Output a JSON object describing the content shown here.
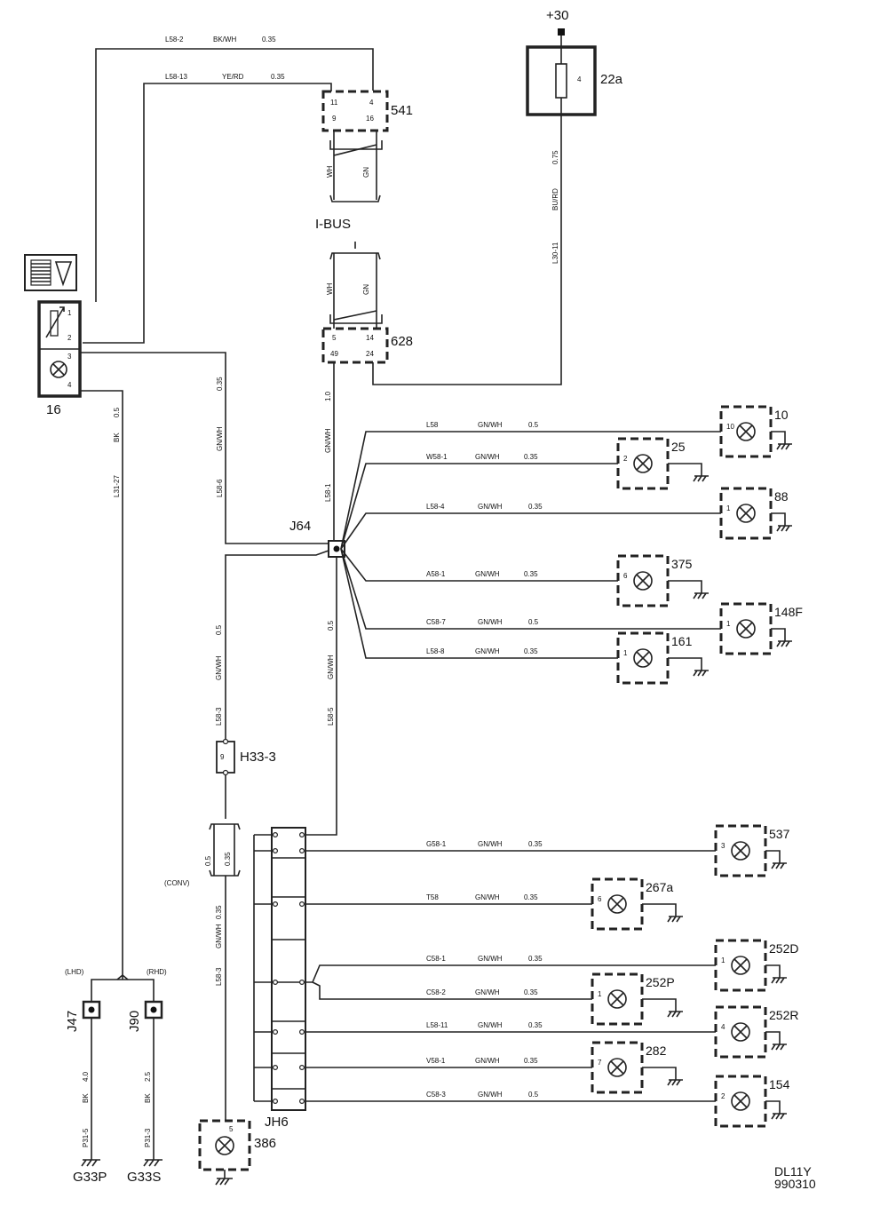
{
  "supply": "+30",
  "fuse": {
    "ref": "22a",
    "pin": "4"
  },
  "component_16": {
    "ref": "16",
    "pins": [
      "1",
      "2",
      "3",
      "4"
    ]
  },
  "conn_541": {
    "ref": "541",
    "pins": [
      "11",
      "4",
      "9",
      "16"
    ]
  },
  "conn_628": {
    "ref": "628",
    "pins": [
      "5",
      "14",
      "49",
      "24"
    ]
  },
  "ibus": {
    "label": "I-BUS",
    "wire_a": "WH",
    "wire_b": "GN"
  },
  "wires": {
    "l58_2": {
      "code": "L58-2",
      "color": "BK/WH",
      "size": "0.35"
    },
    "l58_13": {
      "code": "L58-13",
      "color": "YE/RD",
      "size": "0.35"
    },
    "l30_11": {
      "code": "L30-11",
      "color": "BU/RD",
      "size": "0.75"
    },
    "l58_6": {
      "code": "L58-6",
      "color": "GN/WH",
      "size": "0.35"
    },
    "l31_27": {
      "code": "L31-27",
      "color": "BK",
      "size": "0.5"
    },
    "l58_1": {
      "code": "L58-1",
      "color": "GN/WH",
      "size": "1.0"
    },
    "l58_3": {
      "code": "L58-3",
      "color": "GN/WH",
      "size": "0.5"
    },
    "l58_5": {
      "code": "L58-5",
      "color": "GN/WH",
      "size": "0.5"
    },
    "l58_3b": {
      "code": "L58-3",
      "color": "GN/WH",
      "size": "0.35"
    },
    "p31_5": {
      "code": "P31-5",
      "color": "BK",
      "size": "4.0"
    },
    "p31_3": {
      "code": "P31-3",
      "color": "BK",
      "size": "2.5"
    }
  },
  "splice_j64": "J64",
  "connector_h33": {
    "ref": "H33-3",
    "pin": "9"
  },
  "conv": {
    "label": "(CONV)",
    "size_a": "0.5",
    "size_b": "0.35"
  },
  "jh6": "JH6",
  "lhd": "(LHD)",
  "rhd": "(RHD)",
  "j47": "J47",
  "j90": "J90",
  "g33p": "G33P",
  "g33s": "G33S",
  "lamp_386": {
    "ref": "386",
    "pin": "5"
  },
  "j64_loads": [
    {
      "code": "L58",
      "color": "GN/WH",
      "size": "0.5",
      "pin": "10",
      "ref": "10"
    },
    {
      "code": "W58-1",
      "color": "GN/WH",
      "size": "0.35",
      "pin": "2",
      "ref": "25"
    },
    {
      "code": "L58-4",
      "color": "GN/WH",
      "size": "0.35",
      "pin": "1",
      "ref": "88"
    },
    {
      "code": "A58-1",
      "color": "GN/WH",
      "size": "0.35",
      "pin": "6",
      "ref": "375"
    },
    {
      "code": "C58-7",
      "color": "GN/WH",
      "size": "0.5",
      "pin": "1",
      "ref": "148F"
    },
    {
      "code": "L58-8",
      "color": "GN/WH",
      "size": "0.35",
      "pin": "1",
      "ref": "161"
    }
  ],
  "jh6_loads": [
    {
      "code": "G58-1",
      "color": "GN/WH",
      "size": "0.35",
      "pin": "3",
      "ref": "537"
    },
    {
      "code": "T58",
      "color": "GN/WH",
      "size": "0.35",
      "pin": "6",
      "ref": "267a"
    },
    {
      "code": "C58-1",
      "color": "GN/WH",
      "size": "0.35",
      "pin": "1",
      "ref": "252D"
    },
    {
      "code": "C58-2",
      "color": "GN/WH",
      "size": "0.35",
      "pin": "1",
      "ref": "252P"
    },
    {
      "code": "L58-11",
      "color": "GN/WH",
      "size": "0.35",
      "pin": "4",
      "ref": "252R"
    },
    {
      "code": "V58-1",
      "color": "GN/WH",
      "size": "0.35",
      "pin": "7",
      "ref": "282"
    },
    {
      "code": "C58-3",
      "color": "GN/WH",
      "size": "0.5",
      "pin": "2",
      "ref": "154"
    }
  ],
  "footer": {
    "code": "DL11Y",
    "date": "990310"
  }
}
